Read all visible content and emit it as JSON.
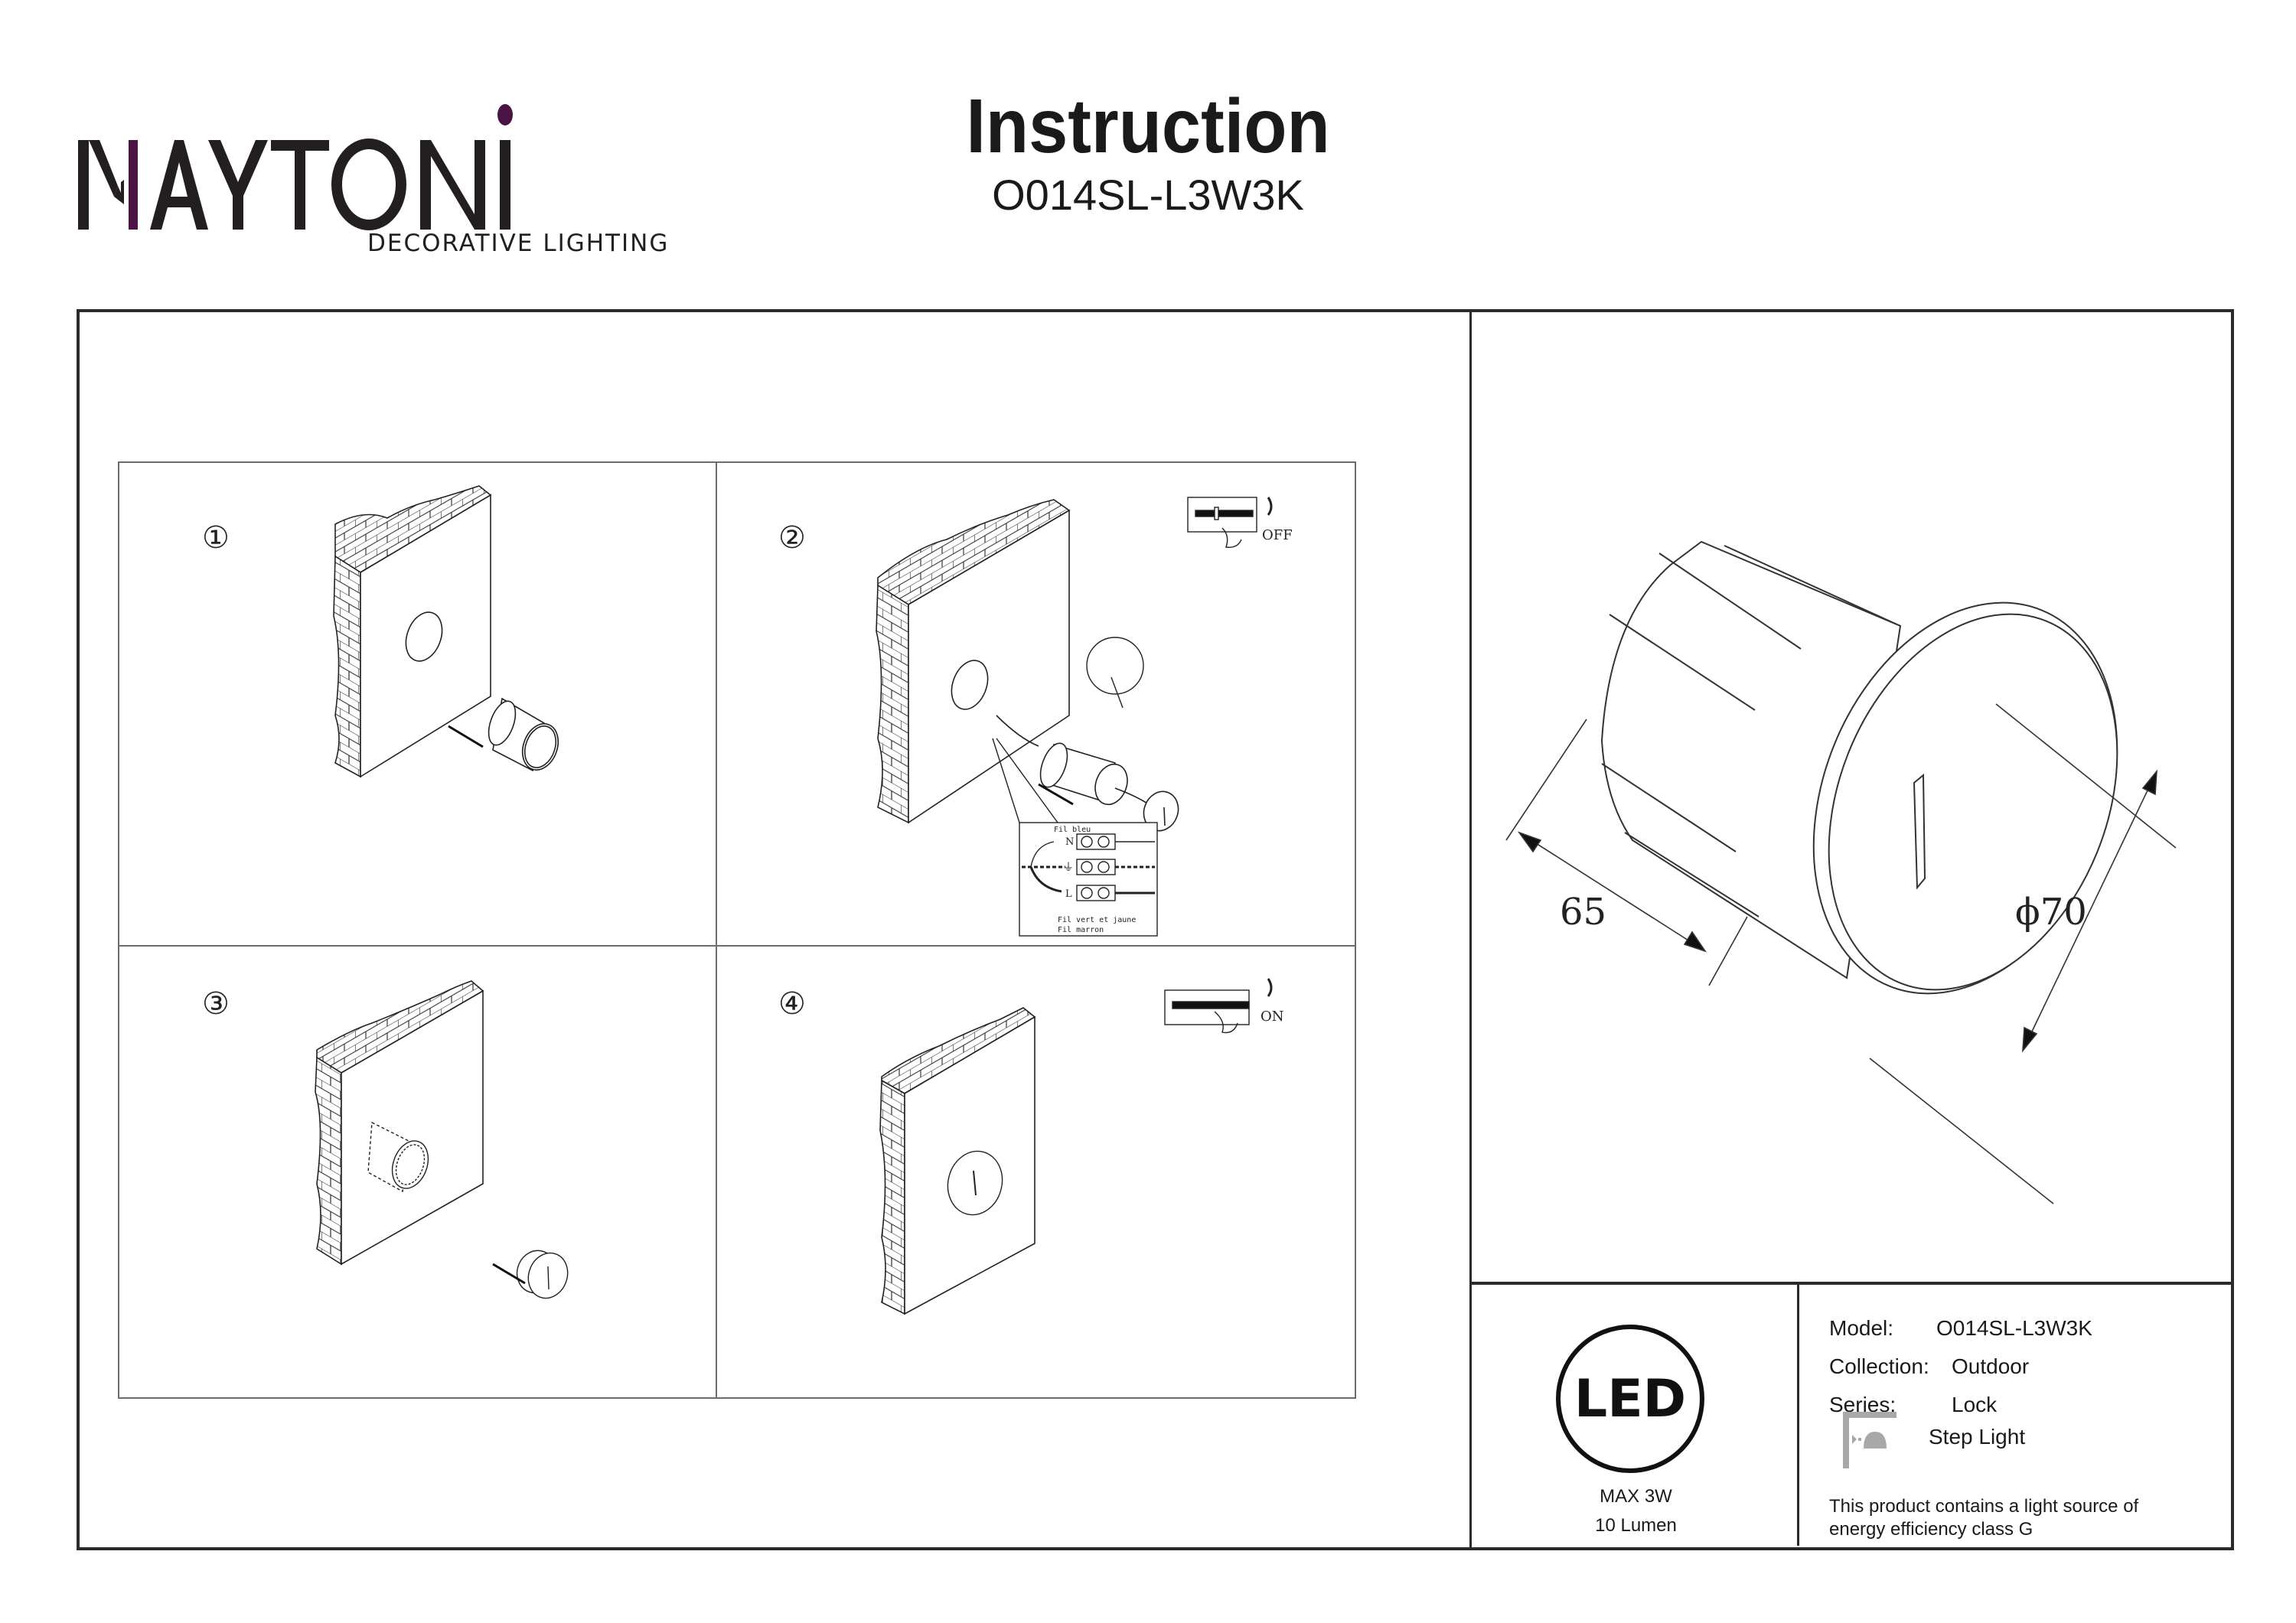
{
  "brand": {
    "logo_text": "MAYTONI",
    "tagline": "DECORATIVE LIGHTING",
    "accent_color": "#4a1545",
    "text_color": "#231f20"
  },
  "header": {
    "title": "Instruction",
    "model": "O014SL-L3W3K"
  },
  "steps": [
    {
      "number": "①"
    },
    {
      "number": "②",
      "breaker_state": "OFF",
      "wiring": {
        "wire_blue": "Fil bleu",
        "wire_green_yellow": "Fil vert et jaune",
        "wire_brown": "Fil marron",
        "terminal_neutral": "N",
        "terminal_live": "L",
        "earth_symbol": "⏚"
      }
    },
    {
      "number": "③"
    },
    {
      "number": "④",
      "breaker_state": "ON"
    }
  ],
  "dimensions": {
    "depth": "65",
    "diameter": "ϕ70"
  },
  "led_badge": {
    "text": "LED",
    "power": "MAX 3W",
    "lumen": "10 Lumen"
  },
  "specs": {
    "model_label": "Model:",
    "model_value": "O014SL-L3W3K",
    "collection_label": "Collection:",
    "collection_value": "Outdoor",
    "series_label": "Series:",
    "series_value": "Lock",
    "type_value": "Step Light",
    "type_icon": "step-light-icon",
    "energy_line1": "This product contains a light source of",
    "energy_line2": "energy efficiency class G"
  }
}
